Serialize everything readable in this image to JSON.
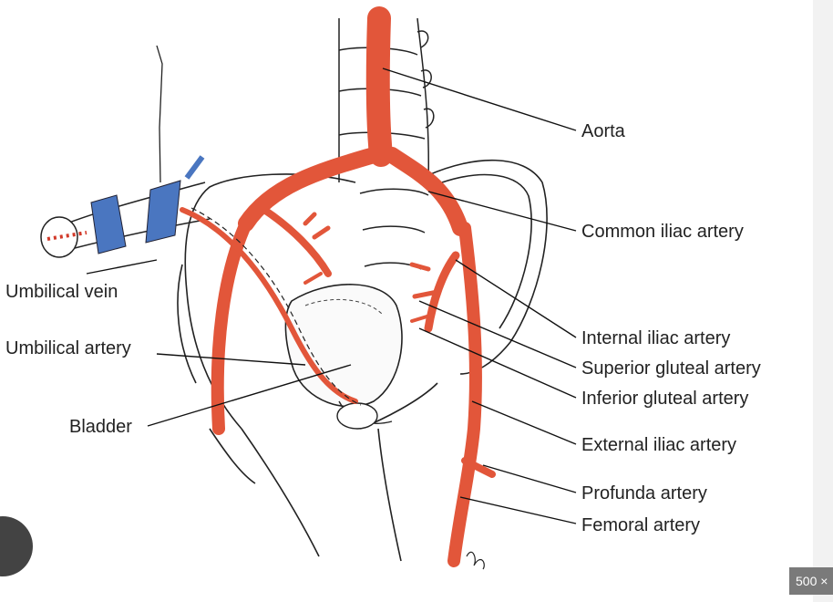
{
  "labels": {
    "aorta": "Aorta",
    "common_iliac": "Common iliac artery",
    "umbilical_vein": "Umbilical vein",
    "internal_iliac": "Internal iliac artery",
    "umbilical_artery": "Umbilical artery",
    "superior_gluteal": "Superior gluteal artery",
    "inferior_gluteal": "Inferior gluteal artery",
    "bladder": "Bladder",
    "external_iliac": "External iliac artery",
    "profunda": "Profunda artery",
    "femoral": "Femoral artery"
  },
  "badge": {
    "size_text": "500 ×"
  },
  "colors": {
    "artery": "#e2563a",
    "vein": "#4a76c0",
    "line": "#111111",
    "background": "#ffffff"
  },
  "icons": {
    "nav": "circle-nav-button"
  }
}
